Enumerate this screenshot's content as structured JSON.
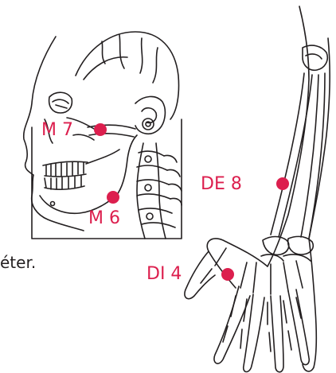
{
  "points": [
    {
      "label": "M 7"
    },
    {
      "label": "M 6"
    },
    {
      "label": "DE 8"
    },
    {
      "label": "DI 4"
    }
  ],
  "caption": "éter.",
  "colors": {
    "point": "#dc1f4e",
    "line": "#231f20",
    "background": "#ffffff"
  }
}
